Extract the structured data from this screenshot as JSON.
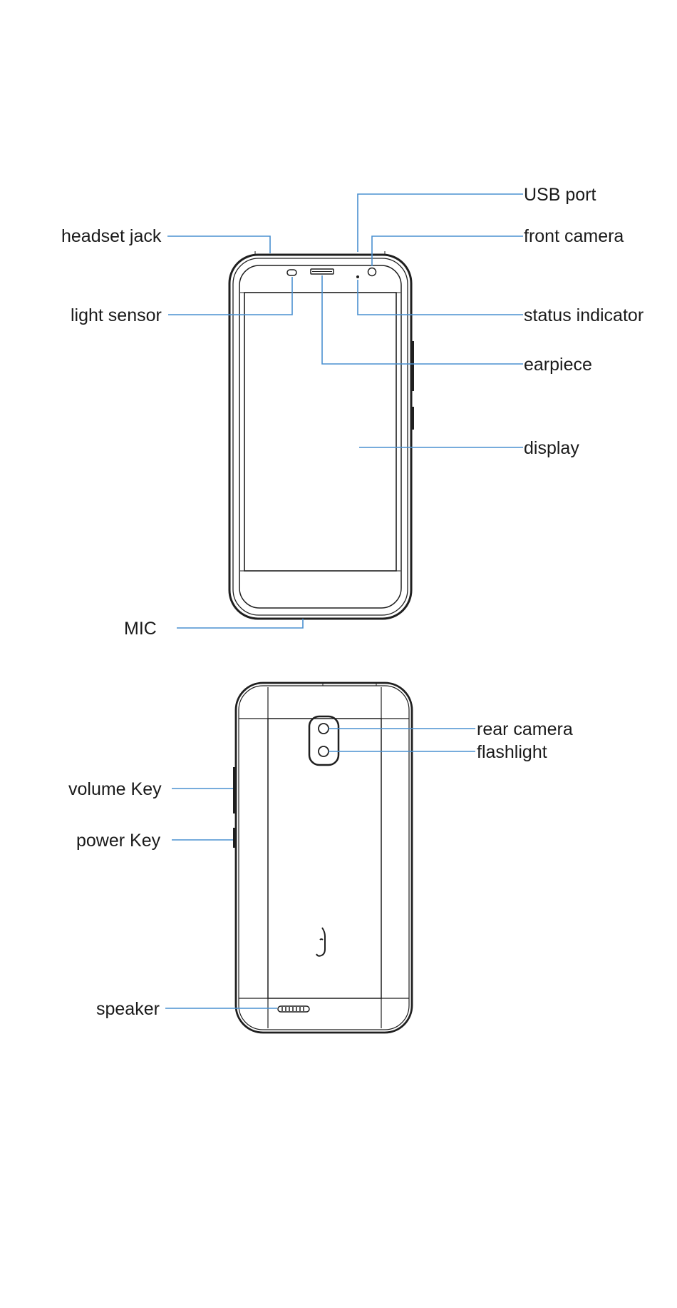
{
  "front_view": {
    "labels": {
      "usb_port": "USB port",
      "headset_jack": "headset jack",
      "front_camera": "front camera",
      "light_sensor": "light sensor",
      "status_indicator": "status indicator",
      "earpiece": "earpiece",
      "display": "display",
      "mic": "MIC"
    }
  },
  "back_view": {
    "labels": {
      "rear_camera": "rear camera",
      "flashlight": "flashlight",
      "volume_key": "volume Key",
      "power_key": "power Key",
      "speaker": "speaker"
    }
  },
  "colors": {
    "leader_line": "#4a90d0",
    "outline": "#1f1f1f",
    "text": "#1a1a1a"
  }
}
